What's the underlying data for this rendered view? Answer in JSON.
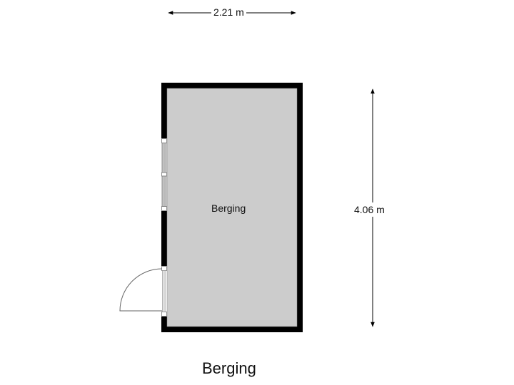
{
  "dimensions": {
    "width_label": "2.21 m",
    "height_label": "4.06 m"
  },
  "room": {
    "name": "Berging",
    "fill_color": "#cccccc",
    "wall_color": "#000000"
  },
  "floor_title": "Berging",
  "features": {
    "windows": 2,
    "doors": 1
  }
}
